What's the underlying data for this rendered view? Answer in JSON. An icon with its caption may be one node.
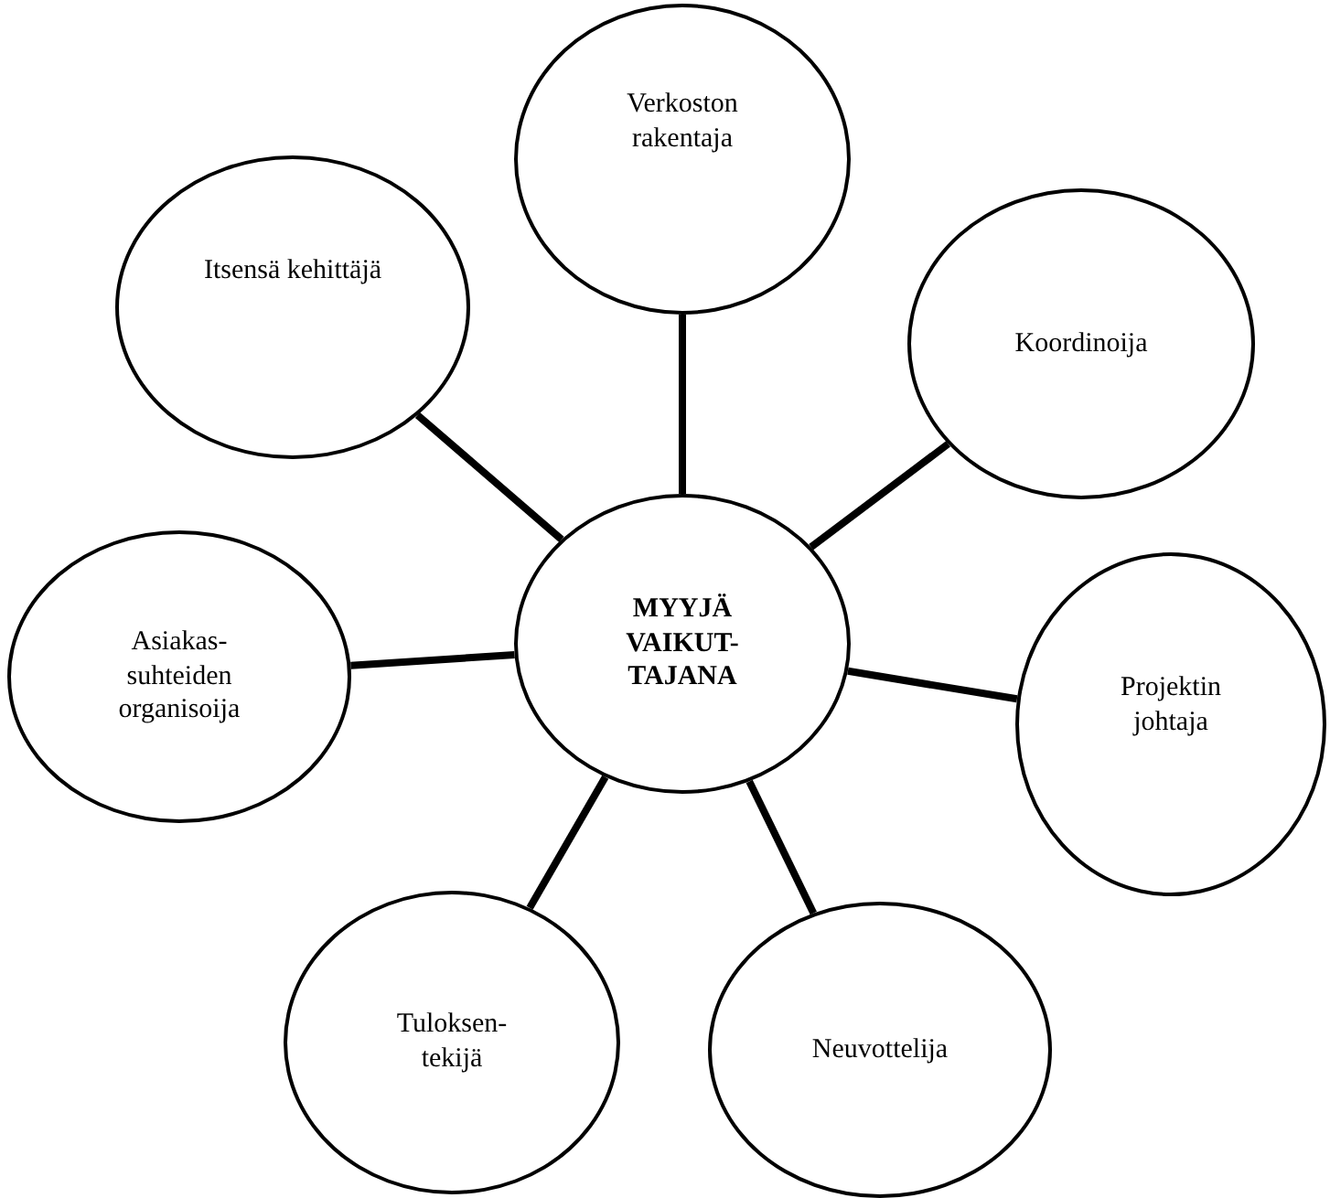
{
  "diagram": {
    "nodes": [
      {
        "text": [
          "MYYJÄ VAIKUT- TAJANA"
        ]
      },
      {
        "text": [
          "Verkoston rakentaja"
        ]
      },
      {
        "text": [
          "Itsensä kehittäjä"
        ]
      },
      {
        "text": [
          "Koordinoija"
        ]
      },
      {
        "text": [
          "Asiakas- suhteiden organisoija"
        ]
      },
      {
        "text": [
          "Projektin johtaja"
        ]
      },
      {
        "text": [
          "Tuloksen- tekijä"
        ]
      },
      {
        "text": [
          "Neuvottelija"
        ]
      }
    ],
    "edges": [
      {
        "from": 0,
        "to": 1,
        "arrow": "none"
      },
      {
        "from": 0,
        "to": 2,
        "arrow": "none"
      },
      {
        "from": 0,
        "to": 3,
        "arrow": "none"
      },
      {
        "from": 0,
        "to": 4,
        "arrow": "none"
      },
      {
        "from": 0,
        "to": 5,
        "arrow": "none"
      },
      {
        "from": 0,
        "to": 6,
        "arrow": "none"
      },
      {
        "from": 0,
        "to": 7,
        "arrow": "none"
      }
    ]
  }
}
